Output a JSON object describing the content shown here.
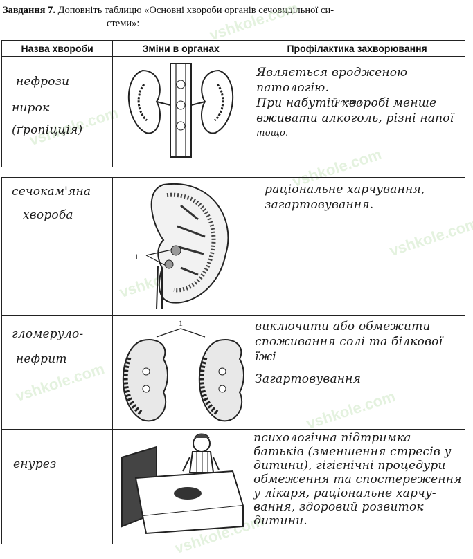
{
  "task": {
    "label": "Завдання 7.",
    "text_line1": "Доповніть таблицю «Основні хвороби органів сечовидільної си-",
    "text_line2": "стеми»:"
  },
  "table": {
    "headers": [
      "Назва хвороби",
      "Зміни в органах",
      "Профілактика захворювання"
    ],
    "rows": [
      {
        "name_lines": [
          "нефрози",
          "нирок",
          "(ґропіцція)"
        ],
        "prevention_lines": [
          "Являється вродженою",
          "патологію.",
          "При набутій хворобі менше",
          "вживати алкоголь, різні напої",
          "тощо."
        ],
        "prevention_insert": "часто"
      },
      {
        "name_lines": [
          "сечокам'яна",
          "хвороба"
        ],
        "figure_label": "1",
        "prevention_lines": [
          "раціональне харчування,",
          "загартовування."
        ]
      },
      {
        "name_lines": [
          "гломеруло-",
          "нефрит"
        ],
        "figure_label": "1",
        "prevention_lines": [
          "виключити або обмежити",
          "споживання солі та білкової",
          "їжі",
          "Загартовування"
        ]
      },
      {
        "name_lines": [
          "енурез"
        ],
        "prevention_lines": [
          "психологічна підтримка",
          "батьків (зменшення стресів у",
          "дитини), гігієнічні процедури",
          "обмеження та спостереження",
          "у лікаря, раціональне харчу-",
          "вання, здоровий розвиток",
          "дитини."
        ]
      }
    ]
  },
  "watermark": "vshkole.com"
}
